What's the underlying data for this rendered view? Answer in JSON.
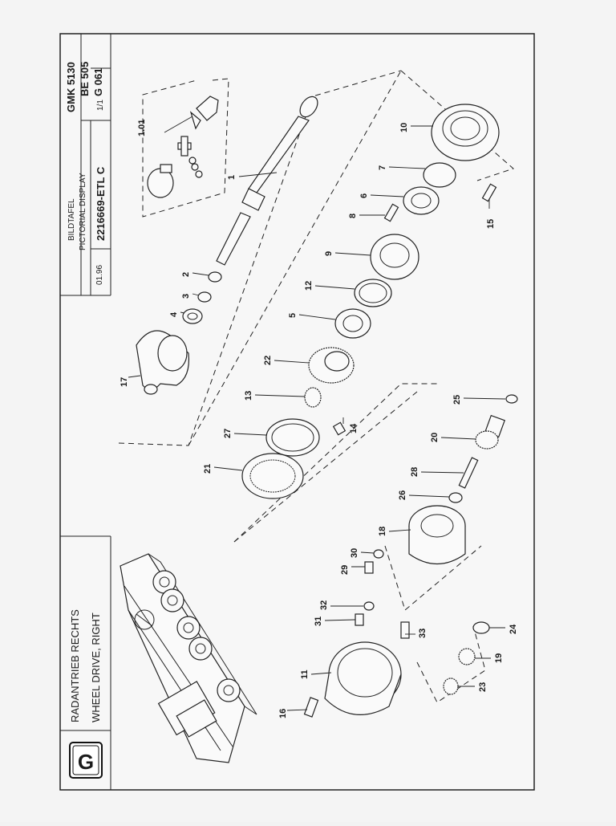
{
  "title_block": {
    "logo_letter": "G",
    "title_de": "RADANTRIEB RECHTS",
    "title_en": "WHEEL DRIVE, RIGHT",
    "date": "01.96",
    "label_de": "BILDTAFEL",
    "label_en": "PICTORIAL DISPLAY",
    "doc_number": "2216669-ETL C",
    "sheet": "1/1",
    "model": "GMK 5130",
    "code1": "BE 505",
    "code2": "G 061"
  },
  "callouts": [
    "1.01",
    "1",
    "2",
    "3",
    "4",
    "17",
    "10",
    "7",
    "6",
    "8",
    "15",
    "9",
    "12",
    "5",
    "22",
    "13",
    "14",
    "27",
    "21",
    "25",
    "20",
    "28",
    "26",
    "18",
    "30",
    "29",
    "32",
    "31",
    "33",
    "24",
    "19",
    "23",
    "11",
    "16"
  ]
}
